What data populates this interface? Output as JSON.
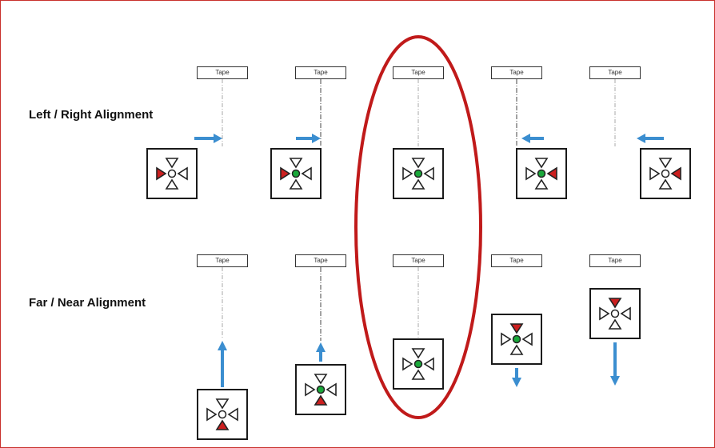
{
  "rows": [
    {
      "label": "Left / Right Alignment",
      "orientation": "horizontal",
      "states": [
        {
          "tape": "Tape",
          "arrow": "right",
          "arrow_size": "long",
          "active_triangle": "left",
          "center": "empty"
        },
        {
          "tape": "Tape",
          "arrow": "right",
          "arrow_size": "short",
          "active_triangle": "left",
          "center": "green"
        },
        {
          "tape": "Tape",
          "arrow": "none",
          "arrow_size": "none",
          "active_triangle": "none",
          "center": "green"
        },
        {
          "tape": "Tape",
          "arrow": "left",
          "arrow_size": "short",
          "active_triangle": "right",
          "center": "green"
        },
        {
          "tape": "Tape",
          "arrow": "left",
          "arrow_size": "long",
          "active_triangle": "right",
          "center": "empty"
        }
      ]
    },
    {
      "label": "Far / Near Alignment",
      "orientation": "vertical",
      "states": [
        {
          "tape": "Tape",
          "arrow": "up",
          "arrow_size": "long",
          "active_triangle": "bottom",
          "center": "empty"
        },
        {
          "tape": "Tape",
          "arrow": "up",
          "arrow_size": "short",
          "active_triangle": "bottom",
          "center": "green"
        },
        {
          "tape": "Tape",
          "arrow": "none",
          "arrow_size": "none",
          "active_triangle": "none",
          "center": "green"
        },
        {
          "tape": "Tape",
          "arrow": "down",
          "arrow_size": "short",
          "active_triangle": "top",
          "center": "green"
        },
        {
          "tape": "Tape",
          "arrow": "down",
          "arrow_size": "long",
          "active_triangle": "top",
          "center": "empty"
        }
      ]
    }
  ],
  "highlight": {
    "column": 3,
    "shape": "ellipse"
  },
  "colors": {
    "arrow": "#3b8ed0",
    "active_triangle": "#cc1f1f",
    "center_dot": "#1aa83a",
    "highlight": "#c01a1a",
    "frame": "#c9302c"
  }
}
